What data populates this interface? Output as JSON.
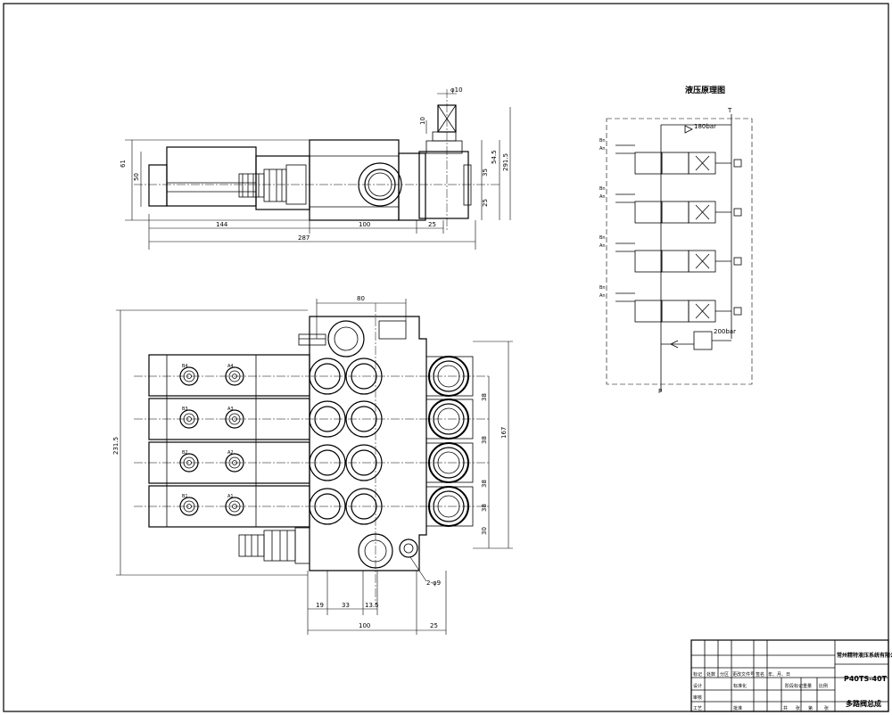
{
  "front_view": {
    "dims": {
      "height_61": "61",
      "height_50": "50",
      "length_144": "144",
      "length_100": "100",
      "length_25": "25",
      "length_287": "287",
      "handle_phi10": "φ10",
      "handle_10": "10",
      "right_54_5": "54.5",
      "right_35": "35",
      "right_25": "25",
      "right_291_5": "291.5"
    }
  },
  "top_view": {
    "dims": {
      "width_80": "80",
      "height_231_5": "231.5",
      "height_167": "167",
      "spacing": [
        "38",
        "38",
        "38",
        "38"
      ],
      "bottom_30": "30",
      "bottom_19": "19",
      "bottom_33": "33",
      "bottom_13_5": "13.5",
      "bottom_100": "100",
      "bottom_25": "25",
      "bolt": "2-φ9"
    },
    "left_port_labels": [
      "B4",
      "A4",
      "B3",
      "A3",
      "B2",
      "A2",
      "B1",
      "A1"
    ]
  },
  "schematic": {
    "title": "液压原理图",
    "port_T": "T",
    "port_P": "P",
    "relief_top": "180bar",
    "relief_main": "200bar",
    "port_labels": [
      "Bn",
      "An",
      "Bn",
      "An",
      "Bn",
      "An",
      "Bn",
      "An"
    ]
  },
  "title_block": {
    "company": "常州精特液压系统有限公司",
    "model": "P40TS-40T",
    "drawing_name": "多路阀总成",
    "row_labels": [
      "标记",
      "处数",
      "分区",
      "更改文件号",
      "签名",
      "年、月、日"
    ],
    "left_labels": [
      "设计",
      "标准化",
      "审核",
      "工艺",
      "批准"
    ],
    "stage_label": "阶段标记",
    "weight_label": "重量",
    "scale_label": "比例",
    "sheet_label": "共",
    "sheet_label2": "张",
    "sheet_label3": "第",
    "sheet_label4": "张"
  }
}
